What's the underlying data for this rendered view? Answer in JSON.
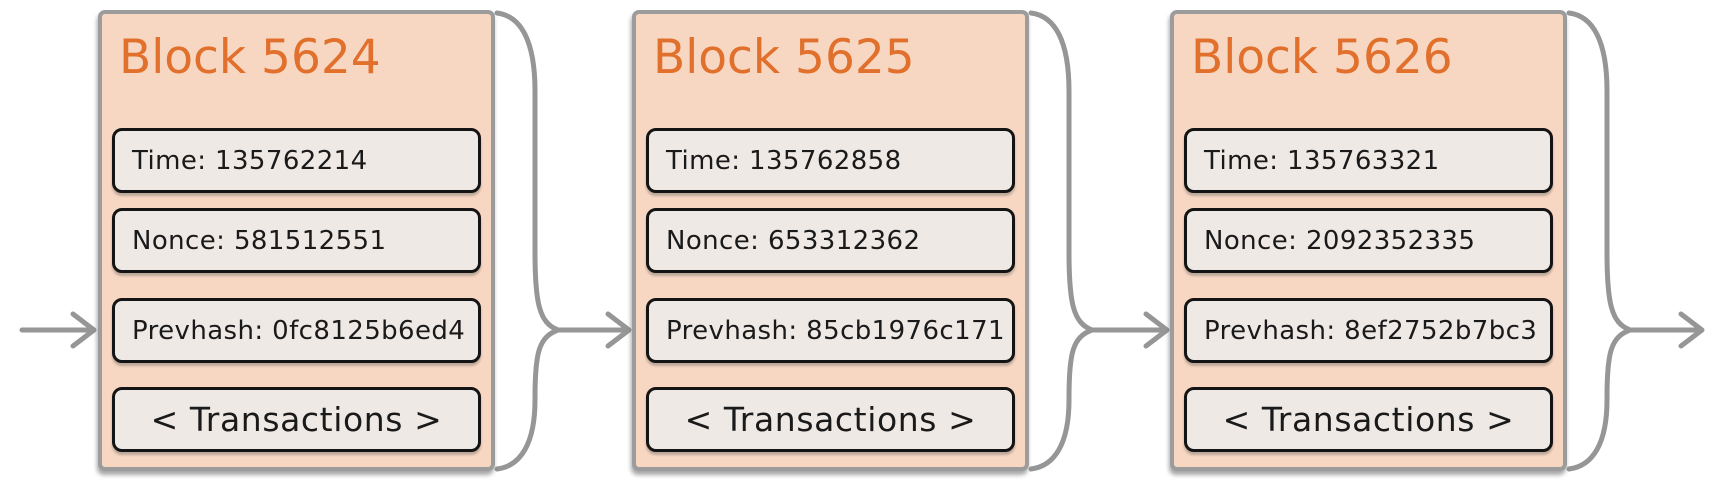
{
  "diagram": {
    "kind": "blockchain-chain-of-blocks",
    "background": "#ffffff",
    "connector_color": "#969696",
    "block_fill": "#f8d7c2",
    "block_border": "#9c9c9c",
    "title_color": "#e0702c",
    "field_fill": "#efe9e6",
    "field_border": "#141414",
    "text_color": "#1a1a1a"
  },
  "blocks": [
    {
      "title": "Block 5624",
      "time": "Time: 135762214",
      "nonce": "Nonce: 581512551",
      "prevhash": "Prevhash: 0fc8125b6ed4",
      "transactions": "< Transactions >"
    },
    {
      "title": "Block 5625",
      "time": "Time: 135762858",
      "nonce": "Nonce: 653312362",
      "prevhash": "Prevhash: 85cb1976c171",
      "transactions": "< Transactions >"
    },
    {
      "title": "Block 5626",
      "time": "Time: 135763321",
      "nonce": "Nonce: 2092352335",
      "prevhash": "Prevhash: 8ef2752b7bc3",
      "transactions": "< Transactions >"
    }
  ]
}
